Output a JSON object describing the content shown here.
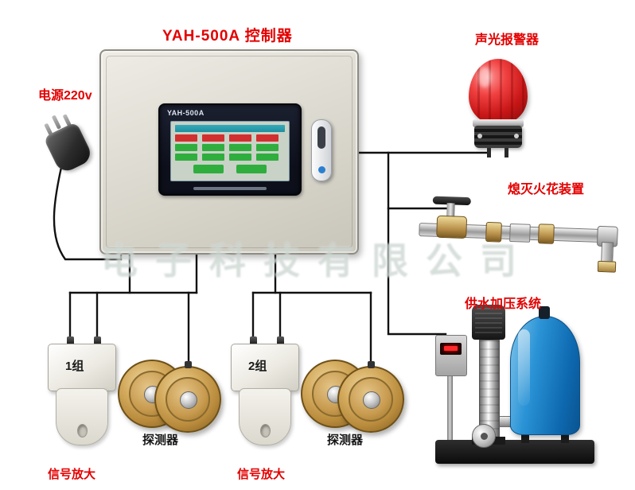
{
  "page": {
    "background": "#ffffff",
    "watermark": "电子科技有限公司"
  },
  "title": "YAH-500A 控制器",
  "power": {
    "label": "电源220v"
  },
  "cabinet": {
    "model": "YAH-500A"
  },
  "alarm": {
    "label": "声光报警器"
  },
  "spark": {
    "label": "熄灭火花装置"
  },
  "water": {
    "label": "供水加压系统"
  },
  "groups": [
    {
      "name": "1组",
      "amp_label": "信号放大",
      "detector_label": "探测器"
    },
    {
      "name": "2组",
      "amp_label": "信号放大",
      "detector_label": "探测器"
    }
  ],
  "colors": {
    "label_red": "#e30000",
    "cabinet_body": "#d8d5cb",
    "alarm_red": "#c81616",
    "tank_blue": "#1b82cc",
    "detector_brass": "#c89a4a",
    "screen_green": "#2fae3e",
    "screen_teal": "#1f8fa0",
    "wire_black": "#111111"
  }
}
